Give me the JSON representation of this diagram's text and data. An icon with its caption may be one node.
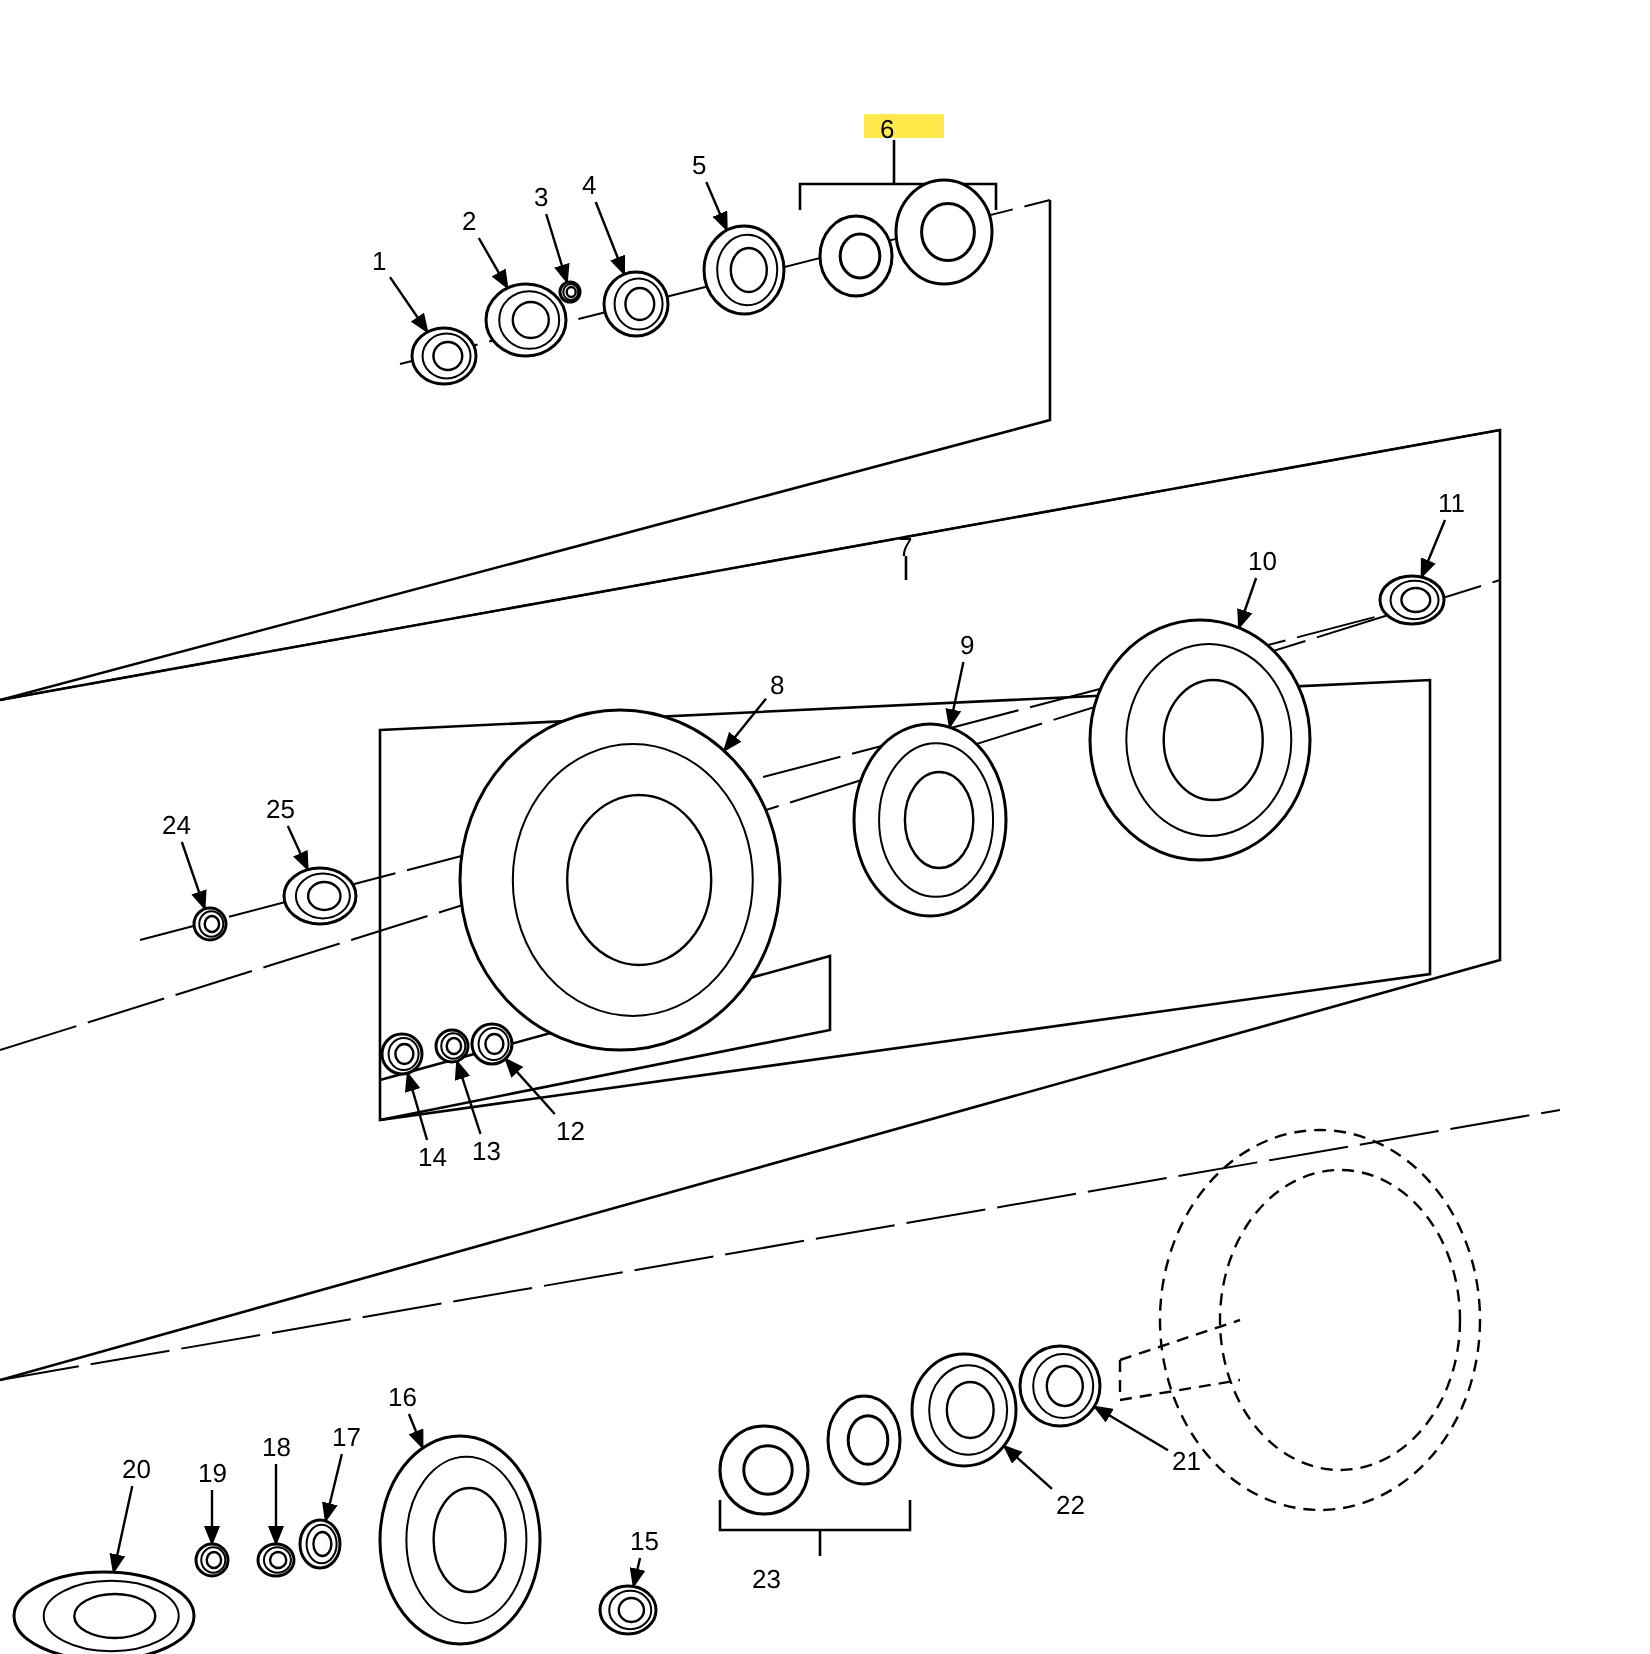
{
  "diagram": {
    "nodes": [
      {
        "text": [
          "1"
        ]
      },
      {
        "text": [],
        "shape": "picture"
      },
      {
        "text": [
          "2"
        ]
      },
      {
        "text": [],
        "shape": "picture"
      },
      {
        "text": [
          "3"
        ]
      },
      {
        "text": [],
        "shape": "picture"
      },
      {
        "text": [
          "4"
        ]
      },
      {
        "text": [],
        "shape": "picture"
      },
      {
        "text": [
          "5"
        ]
      },
      {
        "text": [],
        "shape": "picture"
      },
      {
        "text": [
          "11"
        ]
      },
      {
        "text": [],
        "shape": "picture"
      },
      {
        "text": [
          "10"
        ]
      },
      {
        "text": [],
        "shape": "picture"
      },
      {
        "text": [
          "9"
        ]
      },
      {
        "text": [],
        "shape": "picture"
      },
      {
        "text": [
          "8"
        ]
      },
      {
        "text": [],
        "shape": "picture"
      },
      {
        "text": [
          "25"
        ]
      },
      {
        "text": [],
        "shape": "picture"
      },
      {
        "text": [
          "24"
        ]
      },
      {
        "text": [],
        "shape": "picture"
      },
      {
        "text": [
          "14"
        ]
      },
      {
        "text": [],
        "shape": "picture"
      },
      {
        "text": [
          "13"
        ]
      },
      {
        "text": [],
        "shape": "picture"
      },
      {
        "text": [
          "12"
        ]
      },
      {
        "text": [],
        "shape": "picture"
      },
      {
        "text": [
          "21"
        ]
      },
      {
        "text": [],
        "shape": "picture"
      },
      {
        "text": [
          "22"
        ]
      },
      {
        "text": [],
        "shape": "picture"
      },
      {
        "text": [
          "16"
        ]
      },
      {
        "text": [],
        "shape": "picture"
      },
      {
        "text": [
          "17"
        ]
      },
      {
        "text": [],
        "shape": "picture"
      },
      {
        "text": [
          "18"
        ]
      },
      {
        "text": [],
        "shape": "picture"
      },
      {
        "text": [
          "20"
        ]
      },
      {
        "text": [],
        "shape": "picture"
      },
      {
        "text": [
          "19"
        ]
      },
      {
        "text": [],
        "shape": "picture"
      },
      {
        "text": [
          "15"
        ]
      },
      {
        "text": [],
        "shape": "picture"
      }
    ],
    "edges": [
      {
        "from": 0,
        "to": 1,
        "arrow": "to"
      },
      {
        "from": 2,
        "to": 3,
        "arrow": "to"
      },
      {
        "from": 4,
        "to": 5,
        "arrow": "to"
      },
      {
        "from": 6,
        "to": 7,
        "arrow": "to"
      },
      {
        "from": 8,
        "to": 9,
        "arrow": "to"
      },
      {
        "from": 10,
        "to": 11,
        "arrow": "to"
      },
      {
        "from": 12,
        "to": 13,
        "arrow": "to"
      },
      {
        "from": 14,
        "to": 15,
        "arrow": "to"
      },
      {
        "from": 16,
        "to": 17,
        "arrow": "to"
      },
      {
        "from": 18,
        "to": 19,
        "arrow": "to"
      },
      {
        "from": 20,
        "to": 21,
        "arrow": "to"
      },
      {
        "from": 22,
        "to": 23,
        "arrow": "to"
      },
      {
        "from": 24,
        "to": 25,
        "arrow": "to"
      },
      {
        "from": 26,
        "to": 27,
        "arrow": "to"
      },
      {
        "from": 28,
        "to": 29,
        "arrow": "to"
      },
      {
        "from": 30,
        "to": 31,
        "arrow": "to"
      },
      {
        "from": 32,
        "to": 33,
        "arrow": "to"
      },
      {
        "from": 34,
        "to": 35,
        "arrow": "to"
      },
      {
        "from": 36,
        "to": 37,
        "arrow": "to"
      },
      {
        "from": 38,
        "to": 39,
        "arrow": "to"
      },
      {
        "from": 40,
        "to": 41,
        "arrow": "to"
      },
      {
        "from": 42,
        "to": 43,
        "arrow": "to"
      }
    ],
    "labels": [
      "6",
      "7",
      "23"
    ]
  }
}
